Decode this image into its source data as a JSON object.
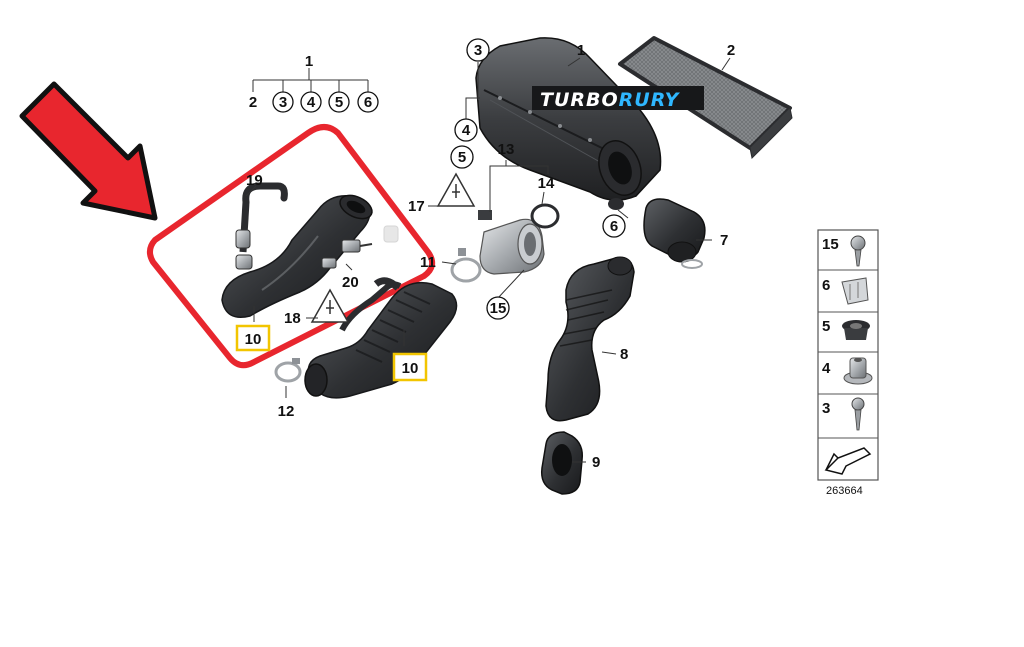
{
  "watermark": {
    "part_a": "TURBO",
    "part_b": "RURY",
    "accent_color": "#2fb7ff"
  },
  "highlight_color": "#e8262e",
  "callout_color": "#f2c500",
  "labels": {
    "l1_group": "1",
    "l2_group": "2",
    "l3_group": "3",
    "l4_group": "4",
    "l5_group": "5",
    "l6_group": "6",
    "l1": "1",
    "l2": "2",
    "l3": "3",
    "l4": "4",
    "l5": "5",
    "l6": "6",
    "l7": "7",
    "l8": "8",
    "l9": "9",
    "l10a": "10",
    "l10b": "10",
    "l11": "11",
    "l12": "12",
    "l13": "13",
    "l14": "14",
    "l15": "15",
    "l17": "17",
    "l18": "18",
    "l19": "19",
    "l20": "20"
  },
  "legend": {
    "items": [
      {
        "number": "15",
        "icon": "screw-icon"
      },
      {
        "number": "6",
        "icon": "clip-icon"
      },
      {
        "number": "5",
        "icon": "grommet-icon"
      },
      {
        "number": "4",
        "icon": "rubber-mount-icon"
      },
      {
        "number": "3",
        "icon": "screw-icon"
      }
    ],
    "bottom_icon": "direction-arrow-icon",
    "diagram_id": "263664"
  }
}
